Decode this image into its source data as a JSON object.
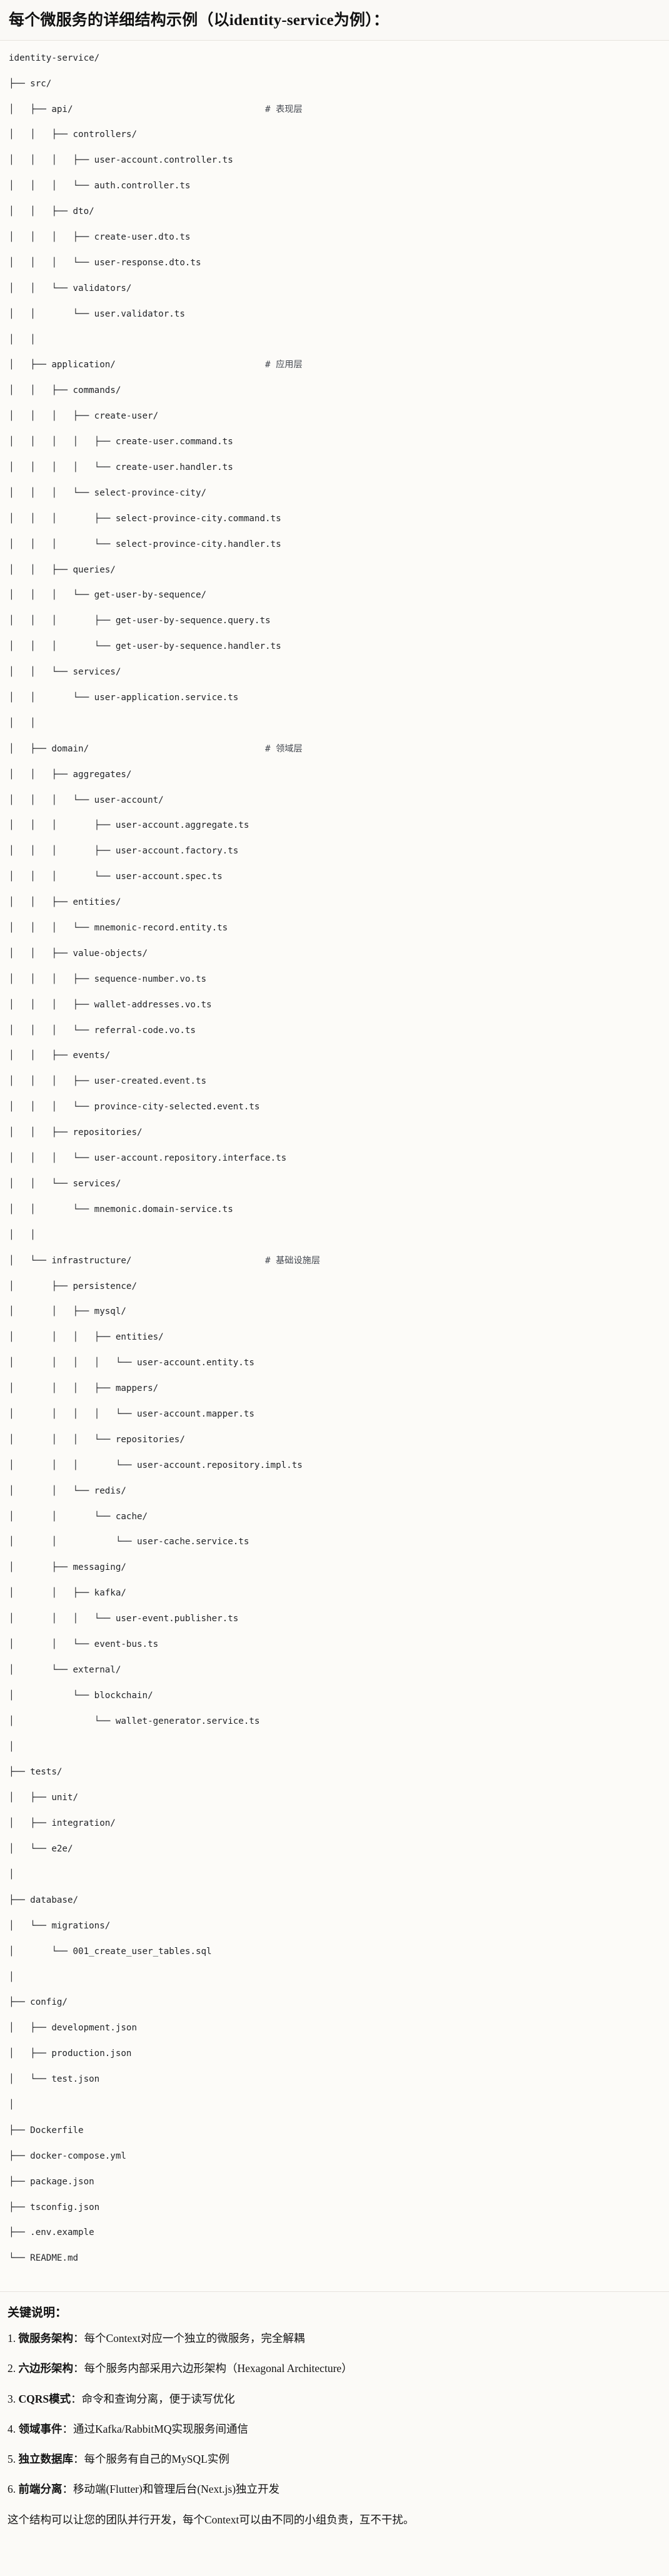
{
  "header": {
    "title": "每个微服务的详细结构示例（以identity-service为例）："
  },
  "tree": {
    "root_label": "identity-service/",
    "comment_column": 48,
    "lines": [
      {
        "text": "identity-service/",
        "comment": ""
      },
      {
        "text": "├── src/",
        "comment": ""
      },
      {
        "text": "│   ├── api/",
        "comment": "# 表现层"
      },
      {
        "text": "│   │   ├── controllers/",
        "comment": ""
      },
      {
        "text": "│   │   │   ├── user-account.controller.ts",
        "comment": ""
      },
      {
        "text": "│   │   │   └── auth.controller.ts",
        "comment": ""
      },
      {
        "text": "│   │   ├── dto/",
        "comment": ""
      },
      {
        "text": "│   │   │   ├── create-user.dto.ts",
        "comment": ""
      },
      {
        "text": "│   │   │   └── user-response.dto.ts",
        "comment": ""
      },
      {
        "text": "│   │   └── validators/",
        "comment": ""
      },
      {
        "text": "│   │       └── user.validator.ts",
        "comment": ""
      },
      {
        "text": "│   │",
        "comment": ""
      },
      {
        "text": "│   ├── application/",
        "comment": "# 应用层"
      },
      {
        "text": "│   │   ├── commands/",
        "comment": ""
      },
      {
        "text": "│   │   │   ├── create-user/",
        "comment": ""
      },
      {
        "text": "│   │   │   │   ├── create-user.command.ts",
        "comment": ""
      },
      {
        "text": "│   │   │   │   └── create-user.handler.ts",
        "comment": ""
      },
      {
        "text": "│   │   │   └── select-province-city/",
        "comment": ""
      },
      {
        "text": "│   │   │       ├── select-province-city.command.ts",
        "comment": ""
      },
      {
        "text": "│   │   │       └── select-province-city.handler.ts",
        "comment": ""
      },
      {
        "text": "│   │   ├── queries/",
        "comment": ""
      },
      {
        "text": "│   │   │   └── get-user-by-sequence/",
        "comment": ""
      },
      {
        "text": "│   │   │       ├── get-user-by-sequence.query.ts",
        "comment": ""
      },
      {
        "text": "│   │   │       └── get-user-by-sequence.handler.ts",
        "comment": ""
      },
      {
        "text": "│   │   └── services/",
        "comment": ""
      },
      {
        "text": "│   │       └── user-application.service.ts",
        "comment": ""
      },
      {
        "text": "│   │",
        "comment": ""
      },
      {
        "text": "│   ├── domain/",
        "comment": "# 领域层"
      },
      {
        "text": "│   │   ├── aggregates/",
        "comment": ""
      },
      {
        "text": "│   │   │   └── user-account/",
        "comment": ""
      },
      {
        "text": "│   │   │       ├── user-account.aggregate.ts",
        "comment": ""
      },
      {
        "text": "│   │   │       ├── user-account.factory.ts",
        "comment": ""
      },
      {
        "text": "│   │   │       └── user-account.spec.ts",
        "comment": ""
      },
      {
        "text": "│   │   ├── entities/",
        "comment": ""
      },
      {
        "text": "│   │   │   └── mnemonic-record.entity.ts",
        "comment": ""
      },
      {
        "text": "│   │   ├── value-objects/",
        "comment": ""
      },
      {
        "text": "│   │   │   ├── sequence-number.vo.ts",
        "comment": ""
      },
      {
        "text": "│   │   │   ├── wallet-addresses.vo.ts",
        "comment": ""
      },
      {
        "text": "│   │   │   └── referral-code.vo.ts",
        "comment": ""
      },
      {
        "text": "│   │   ├── events/",
        "comment": ""
      },
      {
        "text": "│   │   │   ├── user-created.event.ts",
        "comment": ""
      },
      {
        "text": "│   │   │   └── province-city-selected.event.ts",
        "comment": ""
      },
      {
        "text": "│   │   ├── repositories/",
        "comment": ""
      },
      {
        "text": "│   │   │   └── user-account.repository.interface.ts",
        "comment": ""
      },
      {
        "text": "│   │   └── services/",
        "comment": ""
      },
      {
        "text": "│   │       └── mnemonic.domain-service.ts",
        "comment": ""
      },
      {
        "text": "│   │",
        "comment": ""
      },
      {
        "text": "│   └── infrastructure/",
        "comment": "# 基础设施层"
      },
      {
        "text": "│       ├── persistence/",
        "comment": ""
      },
      {
        "text": "│       │   ├── mysql/",
        "comment": ""
      },
      {
        "text": "│       │   │   ├── entities/",
        "comment": ""
      },
      {
        "text": "│       │   │   │   └── user-account.entity.ts",
        "comment": ""
      },
      {
        "text": "│       │   │   ├── mappers/",
        "comment": ""
      },
      {
        "text": "│       │   │   │   └── user-account.mapper.ts",
        "comment": ""
      },
      {
        "text": "│       │   │   └── repositories/",
        "comment": ""
      },
      {
        "text": "│       │   │       └── user-account.repository.impl.ts",
        "comment": ""
      },
      {
        "text": "│       │   └── redis/",
        "comment": ""
      },
      {
        "text": "│       │       └── cache/",
        "comment": ""
      },
      {
        "text": "│       │           └── user-cache.service.ts",
        "comment": ""
      },
      {
        "text": "│       ├── messaging/",
        "comment": ""
      },
      {
        "text": "│       │   ├── kafka/",
        "comment": ""
      },
      {
        "text": "│       │   │   └── user-event.publisher.ts",
        "comment": ""
      },
      {
        "text": "│       │   └── event-bus.ts",
        "comment": ""
      },
      {
        "text": "│       └── external/",
        "comment": ""
      },
      {
        "text": "│           └── blockchain/",
        "comment": ""
      },
      {
        "text": "│               └── wallet-generator.service.ts",
        "comment": ""
      },
      {
        "text": "│",
        "comment": ""
      },
      {
        "text": "├── tests/",
        "comment": ""
      },
      {
        "text": "│   ├── unit/",
        "comment": ""
      },
      {
        "text": "│   ├── integration/",
        "comment": ""
      },
      {
        "text": "│   └── e2e/",
        "comment": ""
      },
      {
        "text": "│",
        "comment": ""
      },
      {
        "text": "├── database/",
        "comment": ""
      },
      {
        "text": "│   └── migrations/",
        "comment": ""
      },
      {
        "text": "│       └── 001_create_user_tables.sql",
        "comment": ""
      },
      {
        "text": "│",
        "comment": ""
      },
      {
        "text": "├── config/",
        "comment": ""
      },
      {
        "text": "│   ├── development.json",
        "comment": ""
      },
      {
        "text": "│   ├── production.json",
        "comment": ""
      },
      {
        "text": "│   └── test.json",
        "comment": ""
      },
      {
        "text": "│",
        "comment": ""
      },
      {
        "text": "├── Dockerfile",
        "comment": ""
      },
      {
        "text": "├── docker-compose.yml",
        "comment": ""
      },
      {
        "text": "├── package.json",
        "comment": ""
      },
      {
        "text": "├── tsconfig.json",
        "comment": ""
      },
      {
        "text": "├── .env.example",
        "comment": ""
      },
      {
        "text": "└── README.md",
        "comment": ""
      }
    ]
  },
  "notes": {
    "title": "关键说明：",
    "items": [
      {
        "num": "1.",
        "term": "微服务架构",
        "sep": "：",
        "text": "每个Context对应一个独立的微服务，完全解耦"
      },
      {
        "num": "2.",
        "term": "六边形架构",
        "sep": "：",
        "text": "每个服务内部采用六边形架构（Hexagonal Architecture）"
      },
      {
        "num": "3.",
        "term": "CQRS模式",
        "sep": "：",
        "text": "命令和查询分离，便于读写优化"
      },
      {
        "num": "4.",
        "term": "领域事件",
        "sep": "：",
        "text": "通过Kafka/RabbitMQ实现服务间通信"
      },
      {
        "num": "5.",
        "term": "独立数据库",
        "sep": "：",
        "text": "每个服务有自己的MySQL实例"
      },
      {
        "num": "6.",
        "term": "前端分离",
        "sep": "：",
        "text": "移动端(Flutter)和管理后台(Next.js)独立开发"
      }
    ],
    "footer": "这个结构可以让您的团队并行开发，每个Context可以由不同的小组负责，互不干扰。"
  },
  "colors": {
    "background": "#fbfaf7",
    "text": "#1c1c1c",
    "tree_text": "#222428",
    "comment": "#444850",
    "divider": "#e6e3dd"
  }
}
